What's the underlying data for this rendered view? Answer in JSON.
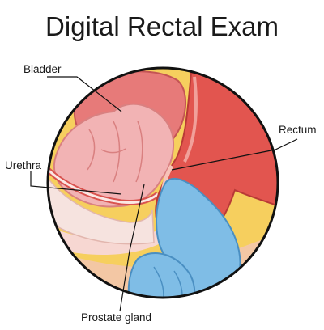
{
  "title": "Digital Rectal Exam",
  "labels": {
    "bladder": "Bladder",
    "urethra": "Urethra",
    "rectum": "Rectum",
    "prostate": "Prostate gland"
  }
}
